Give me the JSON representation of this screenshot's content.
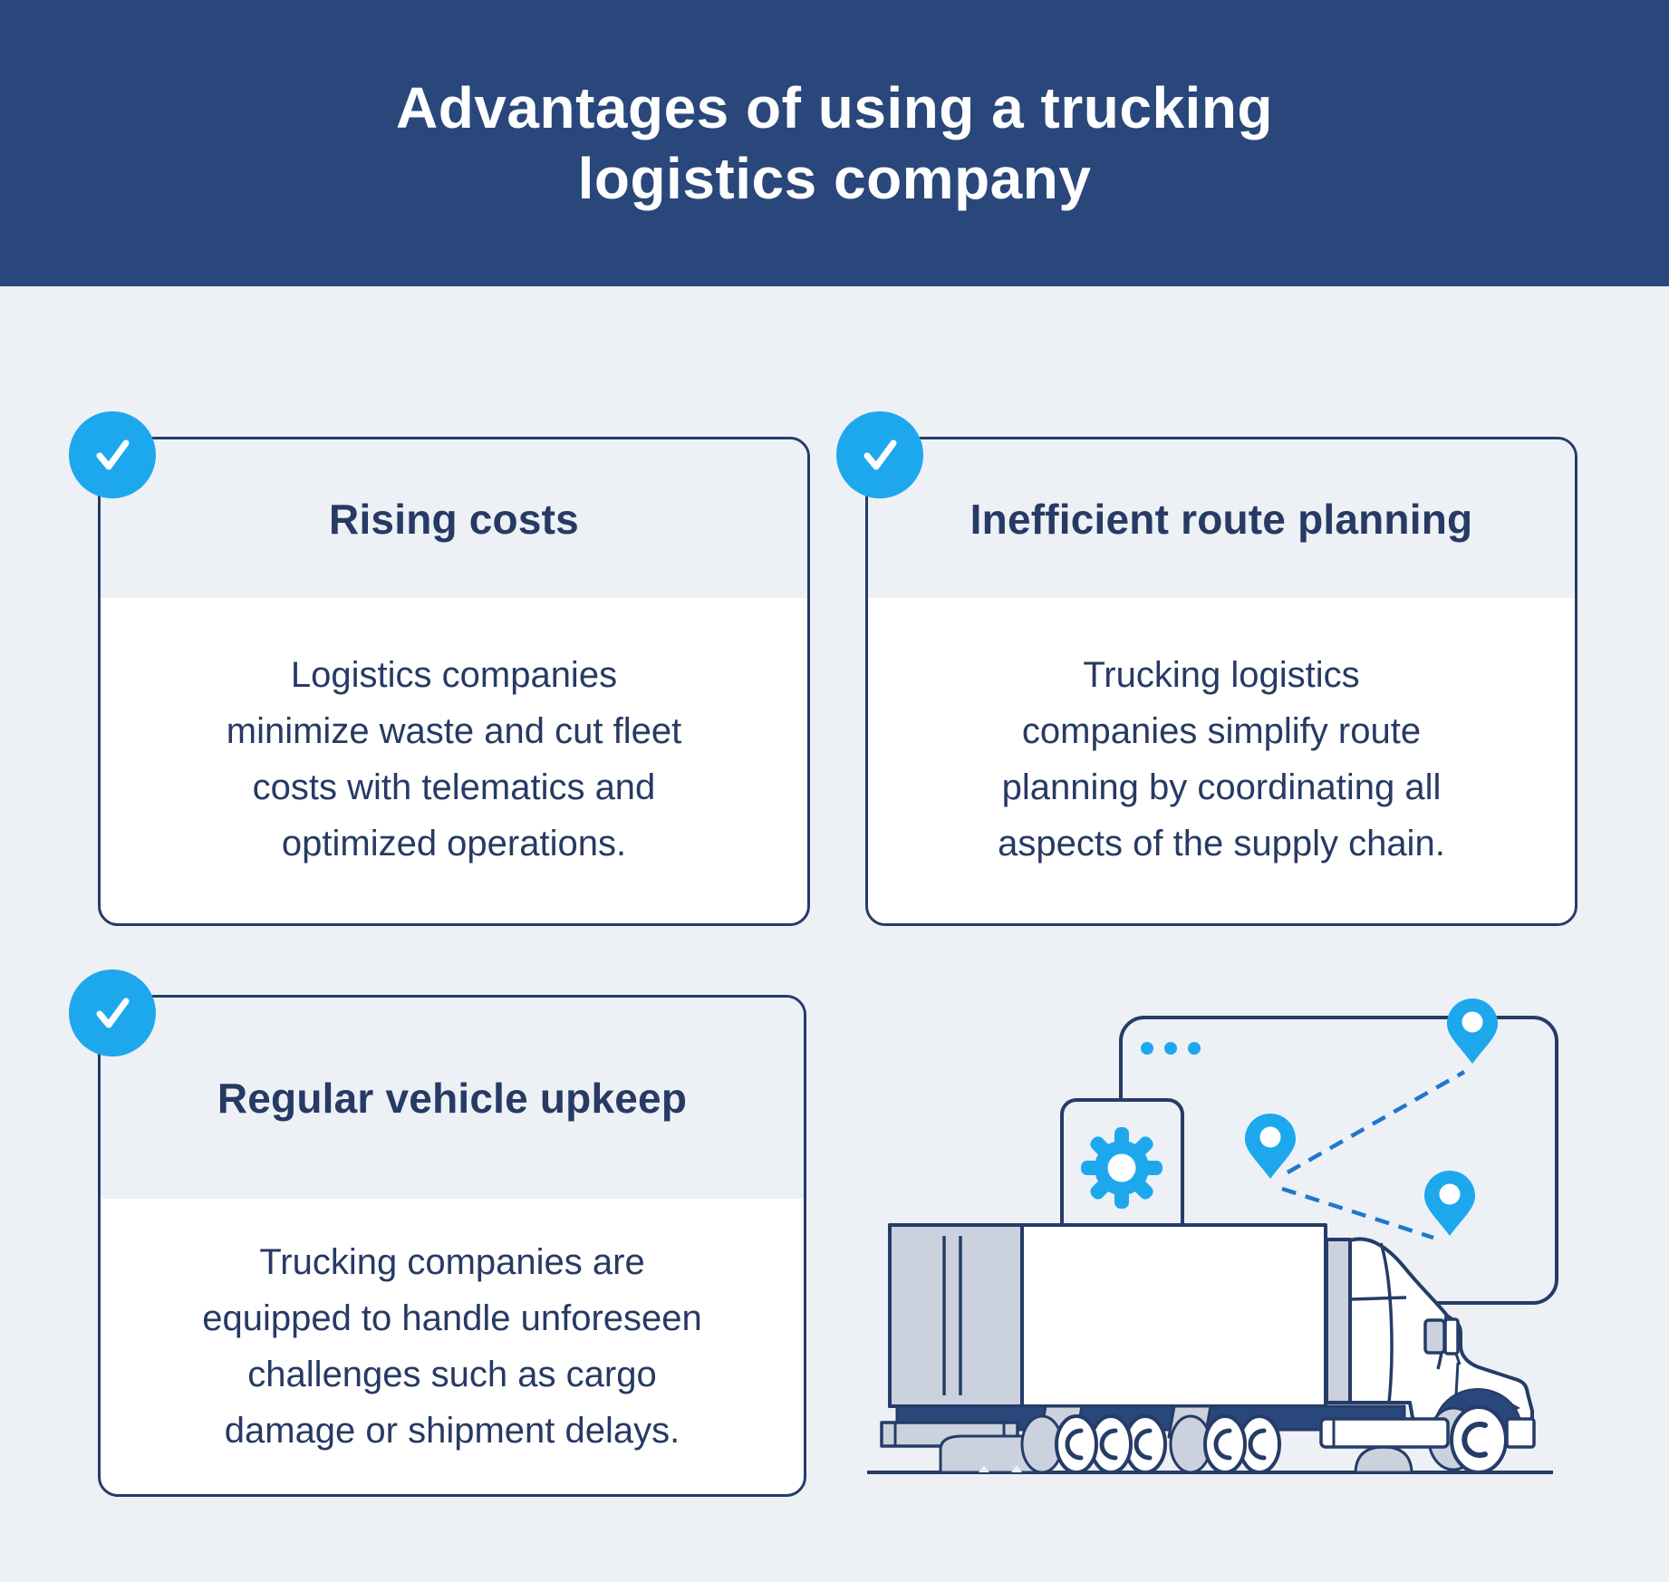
{
  "header": {
    "title_lines": "Advantages of using a trucking\nlogistics company"
  },
  "cards": [
    {
      "title": "Rising costs",
      "body_lines": "Logistics companies\nminimize waste and cut fleet\ncosts with telematics and\noptimized operations.",
      "checked": true
    },
    {
      "title": "Inefficient route planning",
      "body_lines": "Trucking logistics\ncompanies simplify route\nplanning by coordinating all\naspects of the supply chain.",
      "checked": true
    },
    {
      "title": "Regular vehicle upkeep",
      "body_lines": "Trucking companies are\nequipped to handle unforeseen\nchallenges such as cargo\ndamage or shipment delays.",
      "checked": true
    }
  ],
  "illustration": {
    "icons": [
      "browser-window-icon",
      "window-dots-icon",
      "gear-icon",
      "location-pin-icon",
      "route-dashes",
      "semi-truck-illustration",
      "ground-line"
    ],
    "pin_count": 3
  },
  "colors": {
    "page_bg": "#EDF0F5",
    "header_bg": "#29477A",
    "header_text": "#FFFFFF",
    "card_border": "#253C68",
    "card_bg": "#FFFFFF",
    "card_header_bg": "#EDF0F5",
    "title_text": "#263A64",
    "body_text": "#263A64",
    "accent_blue": "#1DA8EE",
    "dash_blue": "#1E78CC",
    "illustration_gray": "#CBD2DE",
    "outline_navy": "#253C68"
  }
}
